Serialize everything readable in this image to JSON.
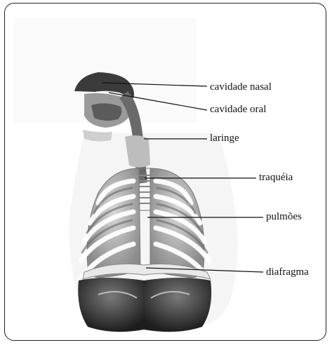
{
  "figure": {
    "labels": {
      "nasal_cavity": "cavidade nasal",
      "oral_cavity": "cavidade oral",
      "larynx": "laringe",
      "trachea": "traquéia",
      "lungs": "pulmões",
      "diaphragm": "diafragma"
    }
  }
}
